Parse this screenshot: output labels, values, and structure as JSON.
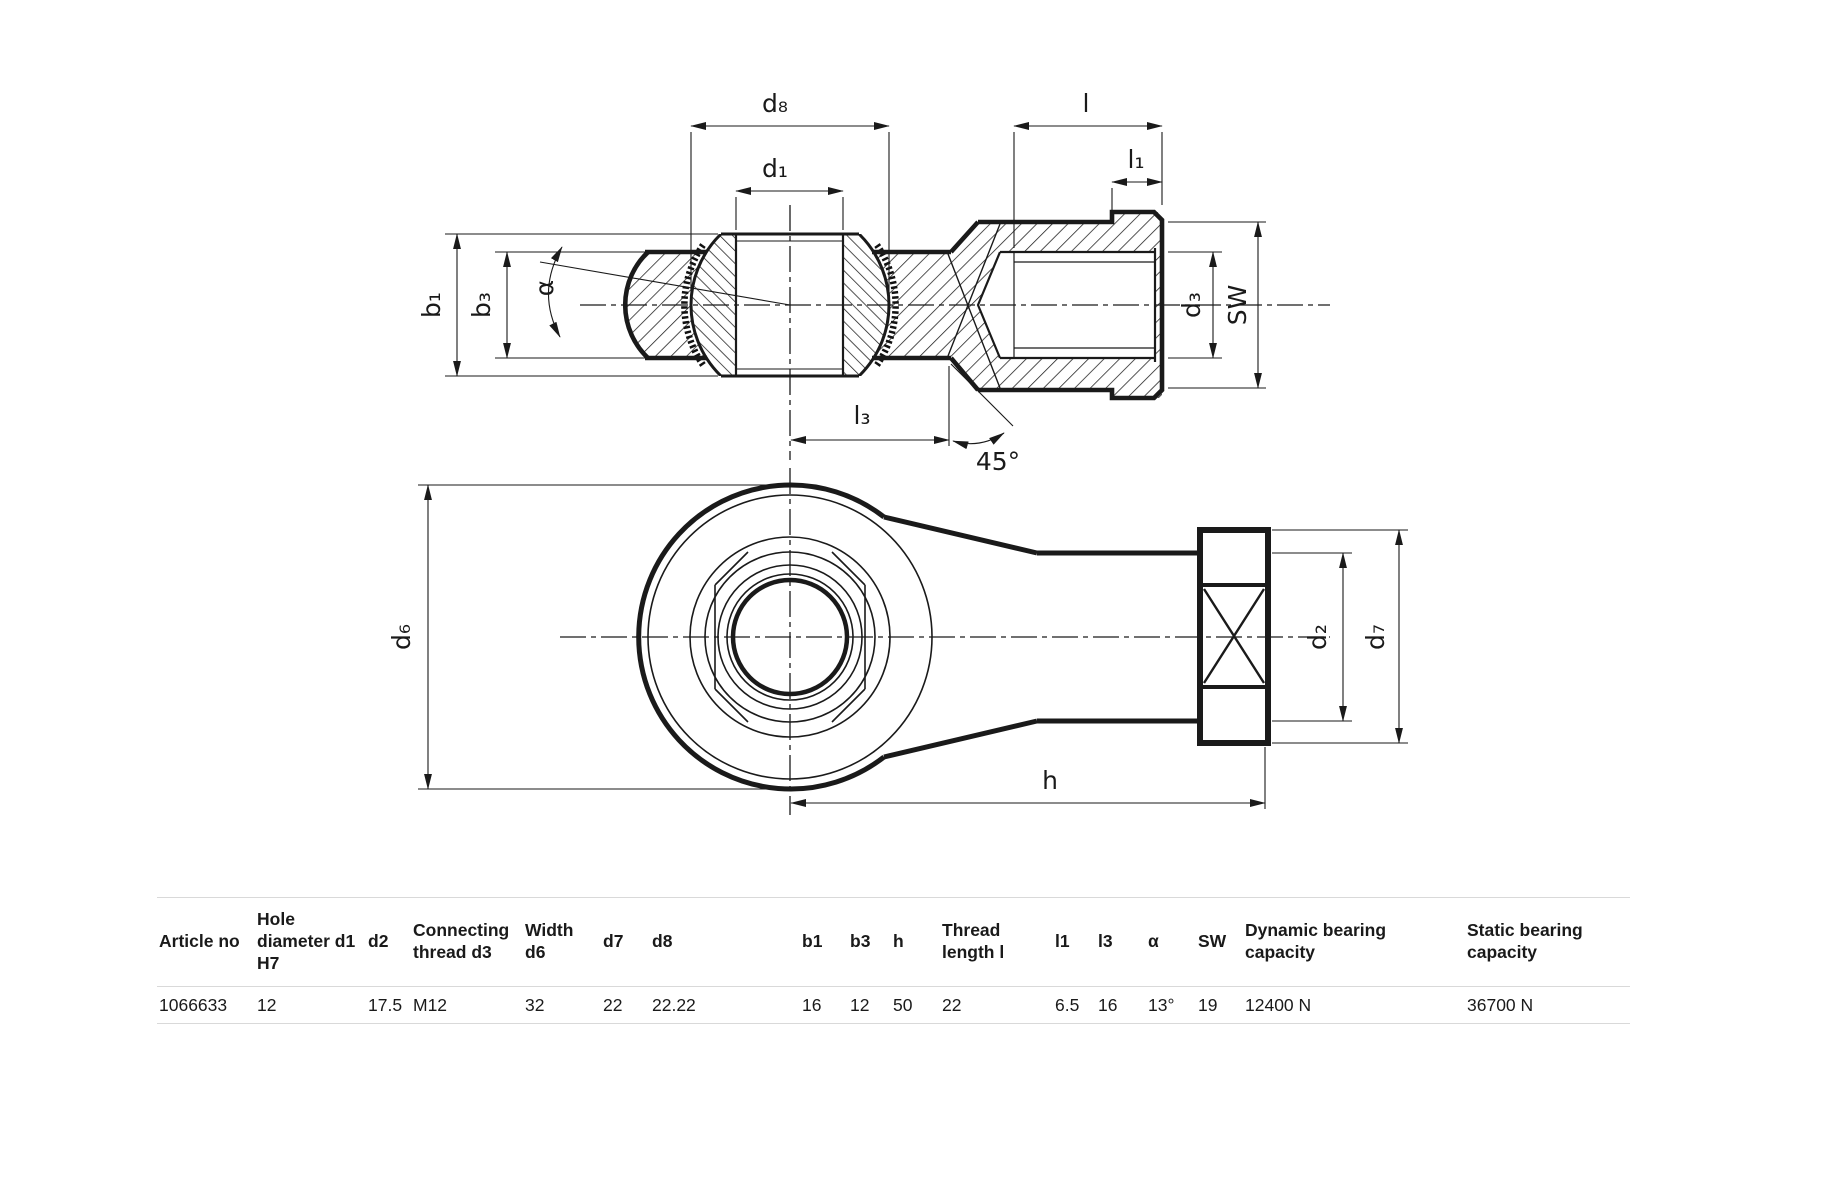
{
  "colors": {
    "ink": "#1a1a1a",
    "table_rule": "#d9d9d9"
  },
  "drawing": {
    "labels": {
      "d8": "d₈",
      "d1": "d₁",
      "l": "l",
      "l1": "l₁",
      "b1": "b₁",
      "b3": "b₃",
      "alpha": "α",
      "d3": "d₃",
      "sw": "SW",
      "l3": "l₃",
      "angle45": "45°",
      "d6": "d₆",
      "d2": "d₂",
      "d7": "d₇",
      "h": "h"
    }
  },
  "table": {
    "columns": [
      "Article no",
      "Hole diameter d1 H7",
      "d2",
      "Connecting thread d3",
      "Width d6",
      "d7",
      "d8",
      "b1",
      "b3",
      "h",
      "Thread length l",
      "l1",
      "l3",
      "α",
      "SW",
      "Dynamic bearing capacity",
      "Static bearing capacity"
    ],
    "row": [
      "1066633",
      "12",
      "17.5",
      "M12",
      "32",
      "22",
      "22.22",
      "16",
      "12",
      "50",
      "22",
      "6.5",
      "16",
      "13°",
      "19",
      "12400 N",
      "36700 N"
    ]
  }
}
